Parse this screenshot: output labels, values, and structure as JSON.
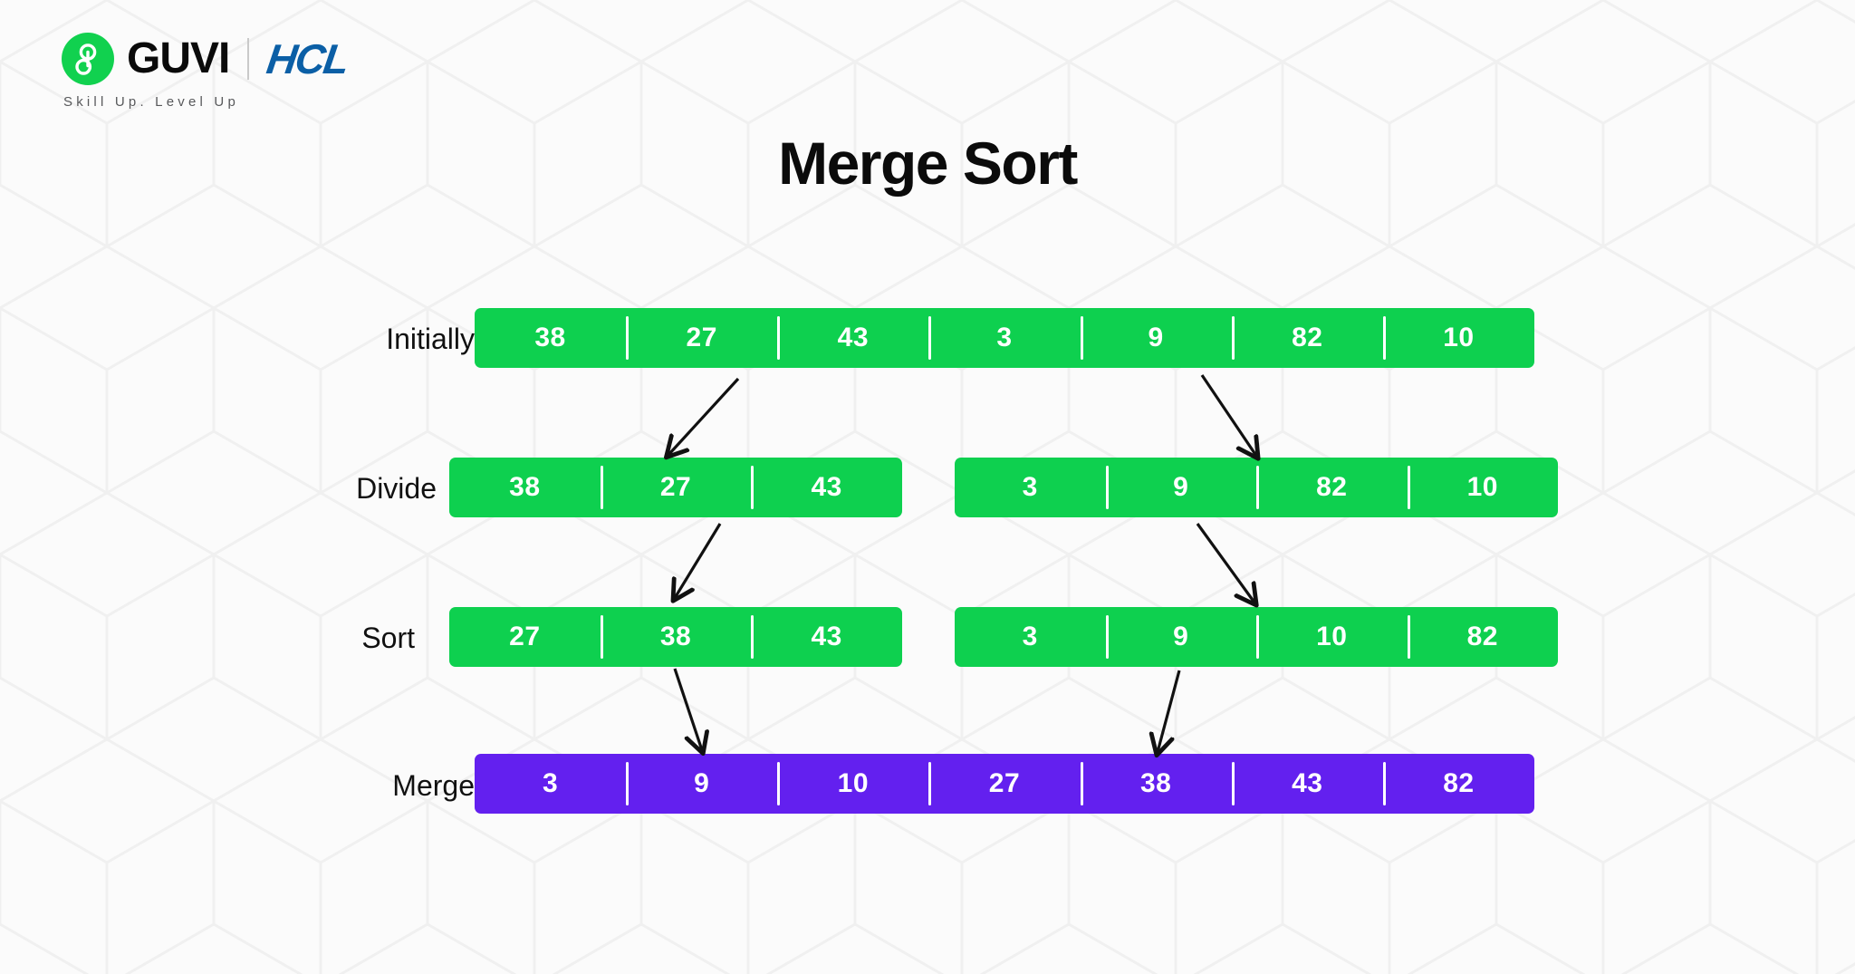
{
  "brand": {
    "logo_icon": "guvi-circle-g-icon",
    "name": "GUVI",
    "partner": "HCL",
    "tagline": "Skill Up. Level Up",
    "colors": {
      "guvi_green": "#11d14f",
      "hcl_blue": "#0b5fa6"
    }
  },
  "title": "Merge Sort",
  "colors": {
    "background": "#fbfbfb",
    "bar_green": "#0ed04f",
    "bar_purple": "#6320ef",
    "cell_text": "#ffffff",
    "label_text": "#111111",
    "arrow": "#111111"
  },
  "chart_data": {
    "type": "diagram",
    "title": "Merge Sort",
    "description": "Merge sort walkthrough showing an initial array being divided, sorted, and merged",
    "steps": [
      {
        "label": "Initially",
        "color": "#0ed04f",
        "groups": [
          {
            "values": [
              "38",
              "27",
              "43",
              "3",
              "9",
              "82",
              "10"
            ]
          }
        ]
      },
      {
        "label": "Divide",
        "color": "#0ed04f",
        "groups": [
          {
            "values": [
              "38",
              "27",
              "43"
            ]
          },
          {
            "values": [
              "3",
              "9",
              "82",
              "10"
            ]
          }
        ]
      },
      {
        "label": "Sort",
        "color": "#0ed04f",
        "groups": [
          {
            "values": [
              "27",
              "38",
              "43"
            ]
          },
          {
            "values": [
              "3",
              "9",
              "10",
              "82"
            ]
          }
        ]
      },
      {
        "label": "Merge",
        "color": "#6320ef",
        "groups": [
          {
            "values": [
              "3",
              "9",
              "10",
              "27",
              "38",
              "43",
              "82"
            ]
          }
        ]
      }
    ],
    "arrows": [
      {
        "name": "initially-to-divide-left",
        "from": [
          815,
          418
        ],
        "to": [
          738,
          502
        ]
      },
      {
        "name": "initially-to-divide-right",
        "from": [
          1327,
          414
        ],
        "to": [
          1387,
          503
        ]
      },
      {
        "name": "divide-to-sort-left",
        "from": [
          795,
          578
        ],
        "to": [
          745,
          660
        ]
      },
      {
        "name": "divide-to-sort-right",
        "from": [
          1322,
          578
        ],
        "to": [
          1385,
          665
        ]
      },
      {
        "name": "sort-to-merge-left",
        "from": [
          745,
          738
        ],
        "to": [
          775,
          828
        ]
      },
      {
        "name": "sort-to-merge-right",
        "from": [
          1302,
          740
        ],
        "to": [
          1278,
          830
        ]
      }
    ]
  }
}
